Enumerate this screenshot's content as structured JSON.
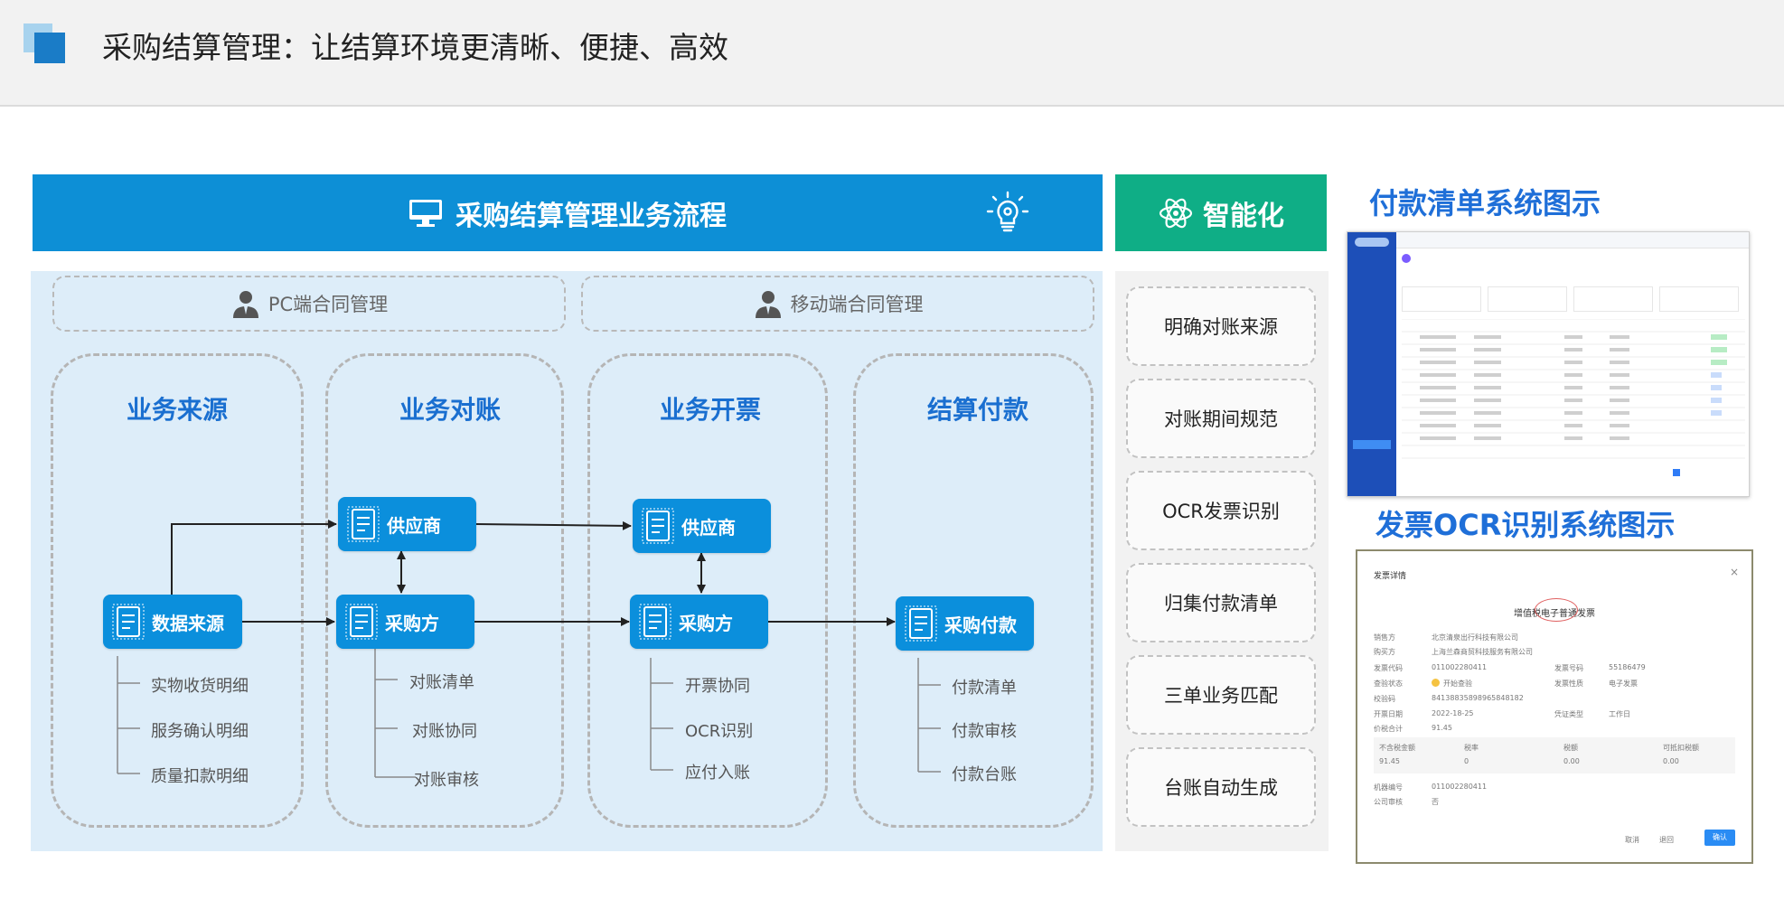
{
  "header": {
    "title": "采购结算管理：让结算环境更清晰、便捷、高效"
  },
  "banner": {
    "title": "采购结算管理业务流程"
  },
  "smart": {
    "title": "智能化",
    "items": [
      "明确对账来源",
      "对账期间规范",
      "OCR发票识别",
      "归集付款清单",
      "三单业务匹配",
      "台账自动生成"
    ]
  },
  "groups": {
    "pc": "PC端合同管理",
    "mobile": "移动端合同管理"
  },
  "columns": [
    {
      "title": "业务来源",
      "subs": [
        "实物收货明细",
        "服务确认明细",
        "质量扣款明细"
      ]
    },
    {
      "title": "业务对账",
      "subs": [
        "对账清单",
        "对账协同",
        "对账审核"
      ]
    },
    {
      "title": "业务开票",
      "subs": [
        "开票协同",
        "OCR识别",
        "应付入账"
      ]
    },
    {
      "title": "结算付款",
      "subs": [
        "付款清单",
        "付款审核",
        "付款台账"
      ]
    }
  ],
  "nodes": {
    "data_source": "数据来源",
    "supplier_1": "供应商",
    "buyer_1": "采购方",
    "supplier_2": "供应商",
    "buyer_2": "采购方",
    "payment": "采购付款"
  },
  "side": {
    "payment_title": "付款清单系统图示",
    "ocr_title": "发票OCR识别系统图示"
  },
  "ocr_shot": {
    "dialog_title": "发票详情",
    "invoice_title": "增值税电子普通发票",
    "fields": [
      {
        "label": "销售方",
        "value": "北京清泉出行科技有限公司"
      },
      {
        "label": "购买方",
        "value": "上海兰森商贸科技服务有限公司"
      },
      {
        "label": "发票代码",
        "value": "011002280411"
      },
      {
        "label": "发票号码",
        "value": "55186479"
      },
      {
        "label": "查验状态",
        "value": "开始查验"
      },
      {
        "label": "发票性质",
        "value": "电子发票"
      },
      {
        "label": "校验码",
        "value": "84138835898965848182"
      },
      {
        "label": "开票日期",
        "value": "2022-18-25"
      },
      {
        "label": "凭证类型",
        "value": "工作日"
      },
      {
        "label": "价税合计",
        "value": "91.45"
      }
    ],
    "amount_headers": [
      "不含税金额",
      "税率",
      "税额",
      "可抵扣税额"
    ],
    "amount_values": [
      "91.45",
      "0",
      "0.00",
      "0.00"
    ],
    "extra": [
      {
        "label": "机器编号",
        "value": "011002280411"
      },
      {
        "label": "公司审核",
        "value": "否"
      }
    ],
    "buttons": [
      "取消",
      "退回",
      "确认"
    ]
  },
  "colors": {
    "primary": "#0d8fd6",
    "green": "#0fae86",
    "title_blue": "#1a6fd0",
    "diagram_bg": "#ddedf9"
  }
}
